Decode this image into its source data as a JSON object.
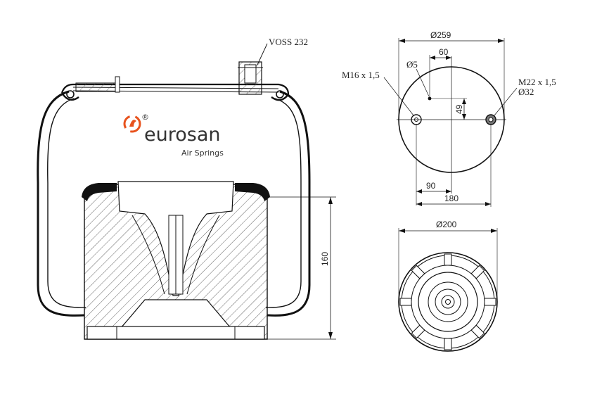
{
  "brand": {
    "name": "eurosan",
    "tagline": "Air Springs",
    "registered_mark": "®",
    "colors": {
      "primary": "#e8531e",
      "text": "#333333"
    }
  },
  "side_view": {
    "valve_callout": "VOSS 232",
    "height_dimension": "160"
  },
  "top_view": {
    "diameter": "Ø259",
    "offset_top": "60",
    "hole_small": "Ø5",
    "stud_left": "M16 x 1,5",
    "stud_right": "M22 x 1,5",
    "stud_right_diameter": "Ø32",
    "vertical_offset": "49",
    "offset_bottom": "90",
    "bolt_spacing": "180"
  },
  "bottom_view": {
    "diameter": "Ø200"
  }
}
